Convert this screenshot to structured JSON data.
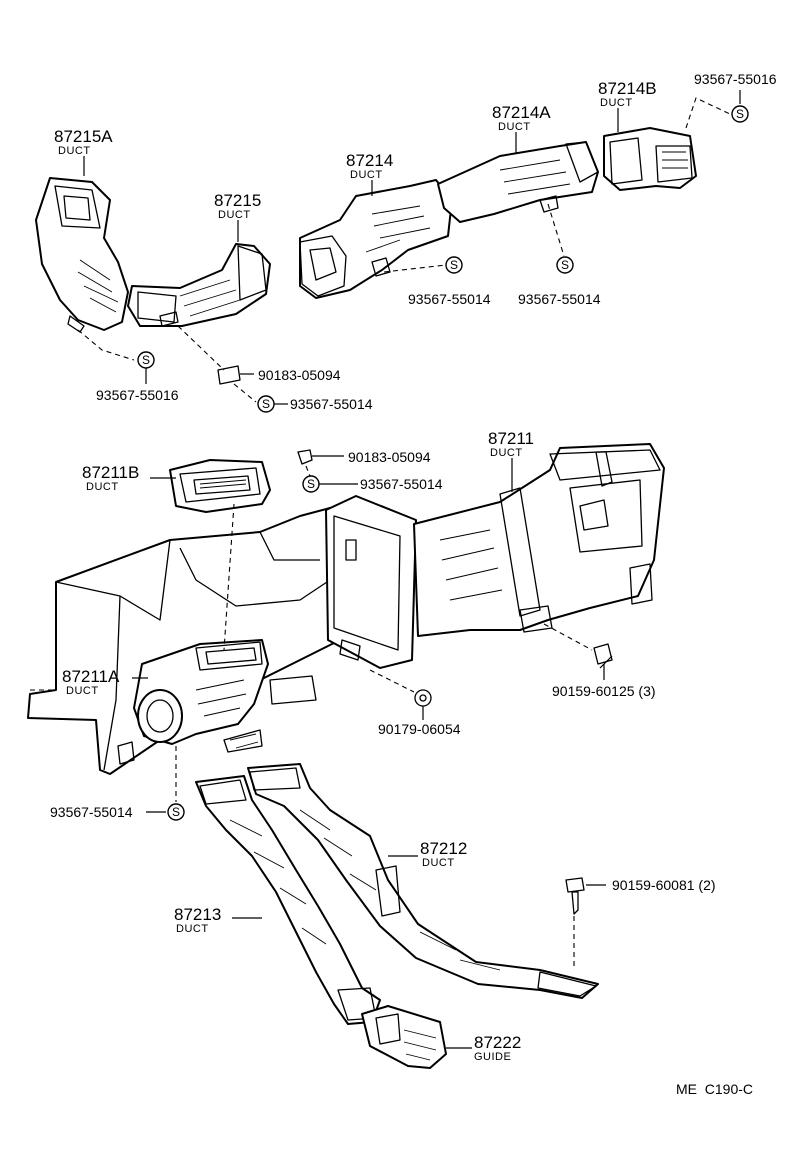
{
  "parts": {
    "p87215A": {
      "number": "87215A",
      "name": "DUCT"
    },
    "p87215": {
      "number": "87215",
      "name": "DUCT"
    },
    "p87214": {
      "number": "87214",
      "name": "DUCT"
    },
    "p87214A": {
      "number": "87214A",
      "name": "DUCT"
    },
    "p87214B": {
      "number": "87214B",
      "name": "DUCT"
    },
    "p87211": {
      "number": "87211",
      "name": "DUCT"
    },
    "p87211B": {
      "number": "87211B",
      "name": "DUCT"
    },
    "p87211A": {
      "number": "87211A",
      "name": "DUCT"
    },
    "p87212": {
      "number": "87212",
      "name": "DUCT"
    },
    "p87213": {
      "number": "87213",
      "name": "DUCT"
    },
    "p87222": {
      "number": "87222",
      "name": "GUIDE"
    }
  },
  "fasteners": {
    "f1": "93567-55016",
    "f2": "93567-55014",
    "f3": "93567-55014",
    "f4": "93567-55016",
    "f5": "90183-05094",
    "f6": "93567-55014",
    "f7": "90183-05094",
    "f8": "93567-55014",
    "f9": "90159-60125 (3)",
    "f10": "90179-06054",
    "f11": "93567-55014",
    "f12": "90159-60081 (2)"
  },
  "symbol": "S",
  "diagram_code": "ME  C190-C"
}
